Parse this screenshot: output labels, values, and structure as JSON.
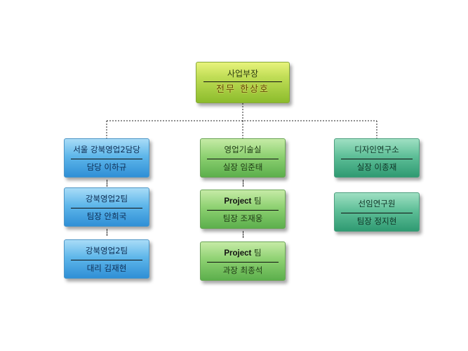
{
  "org_chart": {
    "root": {
      "title": "사업부장",
      "person": "전무 한상호"
    },
    "columns": [
      {
        "boxes": [
          {
            "title": "서울 강북영업2담당",
            "person": "담당 이하규"
          },
          {
            "title": "강북영업2팀",
            "person": "팀장 안희국"
          },
          {
            "title": "강북영업2팀",
            "person": "대리 김재현"
          }
        ]
      },
      {
        "boxes": [
          {
            "title": "영업기술실",
            "person": "실장 임준태"
          },
          {
            "title_bold": "Project",
            "title_rest": " 팀",
            "person": "팀장 조재웅"
          },
          {
            "title_bold": "Project",
            "title_rest": " 팀",
            "person": "과장 최종석"
          }
        ]
      },
      {
        "boxes": [
          {
            "title": "디자인연구소",
            "person": "실장 이종재"
          },
          {
            "title": "선임연구원",
            "person": "팀장 정지현"
          }
        ]
      }
    ],
    "colors": {
      "root_green": "#c1de57",
      "blue": "#5fb7ea",
      "green": "#8ed172",
      "teal": "#5fbf98"
    }
  }
}
